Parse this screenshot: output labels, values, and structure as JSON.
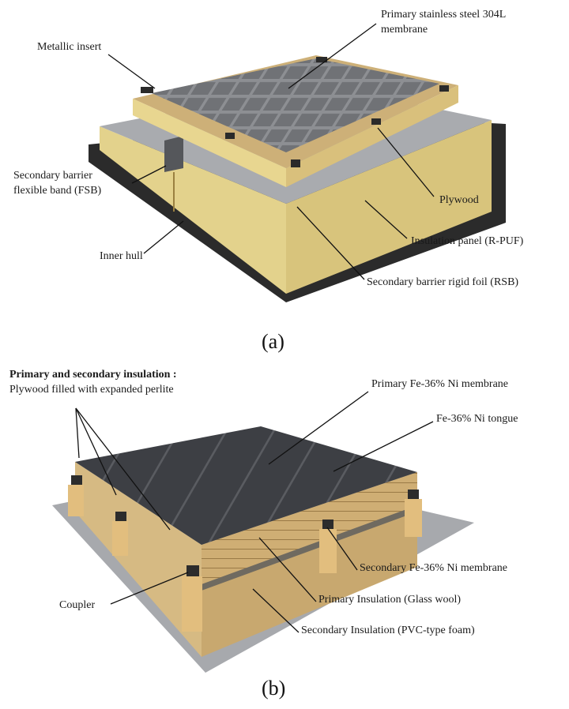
{
  "panel_a": {
    "caption": "(a)",
    "labels": {
      "primary_membrane_line1": "Primary stainless steel 304L",
      "primary_membrane_line2": "membrane",
      "metallic_insert": "Metallic insert",
      "fsb_line1": "Secondary barrier",
      "fsb_line2": "flexible band (FSB)",
      "plywood": "Plywood",
      "inner_hull": "Inner hull",
      "insulation_panel": "Insulation panel (R-PUF)",
      "rsb": "Secondary barrier rigid foil (RSB)"
    }
  },
  "panel_b": {
    "caption": "(b)",
    "labels": {
      "insulation_title": "Primary and secondary insulation :",
      "insulation_desc": "Plywood filled with expanded perlite",
      "primary_membrane": "Primary Fe-36% Ni membrane",
      "tongue": "Fe-36% Ni tongue",
      "secondary_membrane": "Secondary Fe-36% Ni membrane",
      "coupler": "Coupler",
      "primary_insulation": "Primary Insulation (Glass wool)",
      "secondary_insulation": "Secondary Insulation (PVC-type foam)"
    }
  },
  "colors": {
    "foam": "#e6d690",
    "plywood": "#c9a56e",
    "membrane_grey": "#6f7073",
    "hull": "#2b2b2b",
    "fe_ni": "#3a3c40",
    "base_plate": "#a7a9ad"
  }
}
